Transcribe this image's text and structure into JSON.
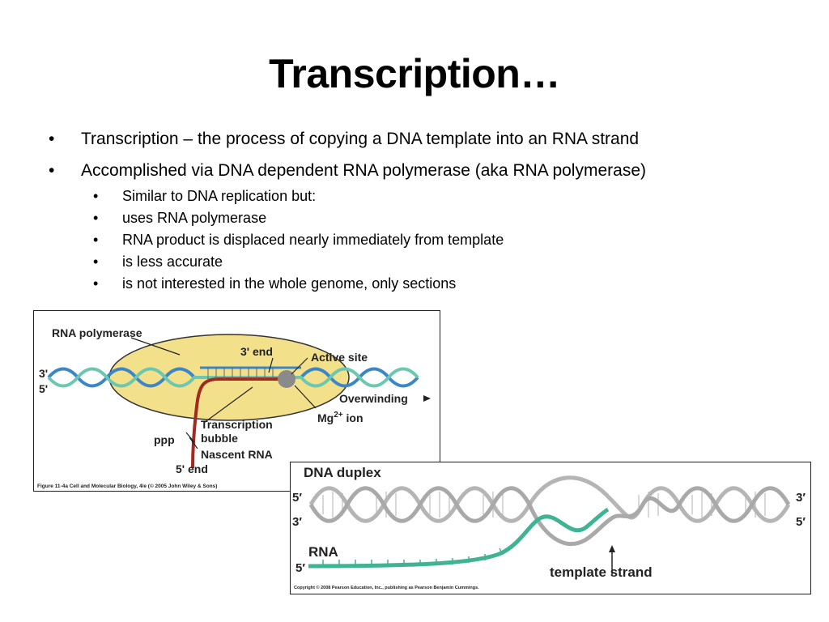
{
  "slide": {
    "title": "Transcription…",
    "bullets": [
      "Transcription – the process of copying a DNA template into an RNA strand",
      "Accomplished via DNA dependent RNA polymerase (aka RNA polymerase)"
    ],
    "sub_bullets": [
      "Similar to DNA replication but:",
      "uses RNA polymerase",
      "RNA product is displaced nearly immediately from template",
      "is less accurate",
      "is not interested in the whole genome, only sections"
    ],
    "bullet_glyph": "•"
  },
  "figure1": {
    "labels": {
      "rna_polymerase": "RNA polymerase",
      "three_end": "3' end",
      "active_site": "Active site",
      "left_3": "3'",
      "left_5": "5'",
      "overwinding": "Overwinding",
      "mg_ion": "Mg",
      "mg_sup": "2+",
      "mg_suffix": " ion",
      "bubble_1": "Transcription",
      "bubble_2": "bubble",
      "ppp": "ppp",
      "nascent": "Nascent RNA",
      "five_end": "5' end",
      "caption": "Figure 11-4a  Cell and Molecular Biology, 4/e (© 2005 John Wiley & Sons)"
    },
    "colors": {
      "polymerase": "#f3e08a",
      "strand_blue": "#3a86c8",
      "strand_teal": "#6cc7b0",
      "rna": "#a02a1f"
    }
  },
  "figure2": {
    "labels": {
      "title": "DNA duplex",
      "left_5": "5′",
      "left_3": "3′",
      "right_3": "3′",
      "right_5": "5′",
      "rna": "RNA",
      "rna_5": "5′",
      "template": "template strand",
      "caption": "Copyright © 2008 Pearson Education, Inc., publishing as Pearson Benjamin Cummings."
    },
    "colors": {
      "dna": "#b5b5b5",
      "rna": "#3fb393"
    }
  }
}
